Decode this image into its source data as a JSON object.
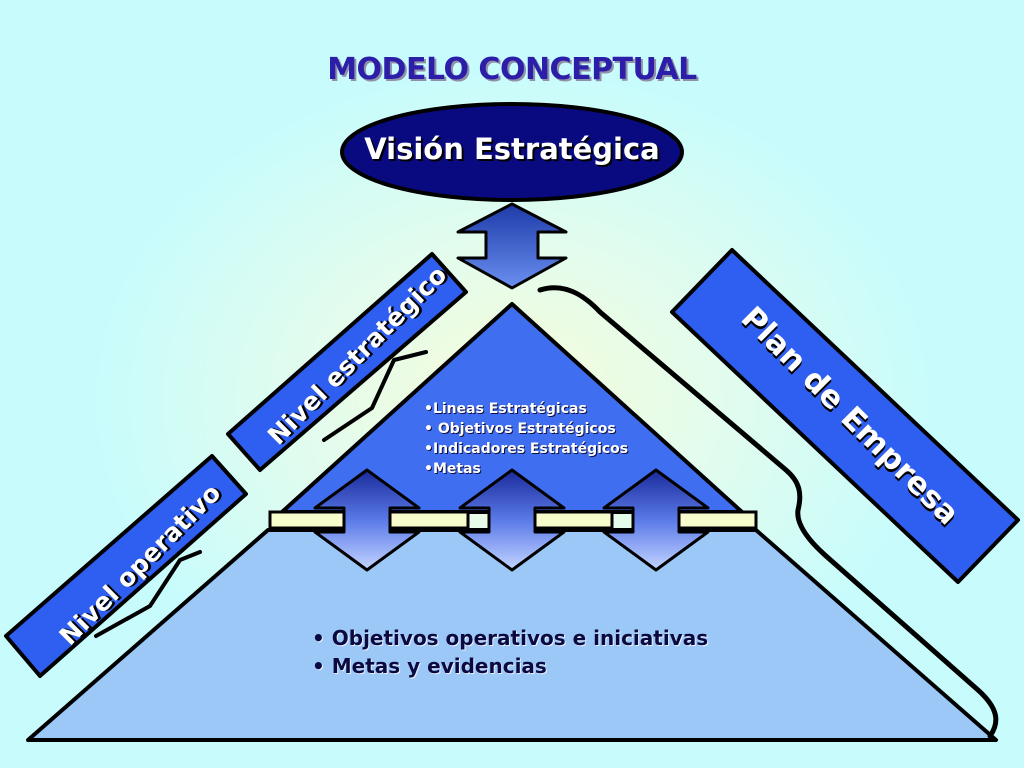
{
  "title": "MODELO CONCEPTUAL",
  "vision": "Visión Estratégica",
  "strategic_items": [
    "•Lineas Estratégicas",
    "• Objetivos Estratégicos",
    "•Indicadores Estratégicos",
    "•Metas"
  ],
  "operational_items": [
    "• Objetivos operativos e iniciativas",
    "• Metas y evidencias"
  ],
  "labels": {
    "nivel_estrategico": "Nivel estratégico",
    "nivel_operativo": "Nivel operativo",
    "plan_empresa": "Plan de Empresa"
  },
  "colors": {
    "background": "#c8fcfc",
    "title": "#2c1ea8",
    "vision_fill": "#0a0a80",
    "band_blue": "#2f5ff0",
    "upper_triangle": "#3f6ff0",
    "lower_triangle": "#9cc8f8"
  }
}
